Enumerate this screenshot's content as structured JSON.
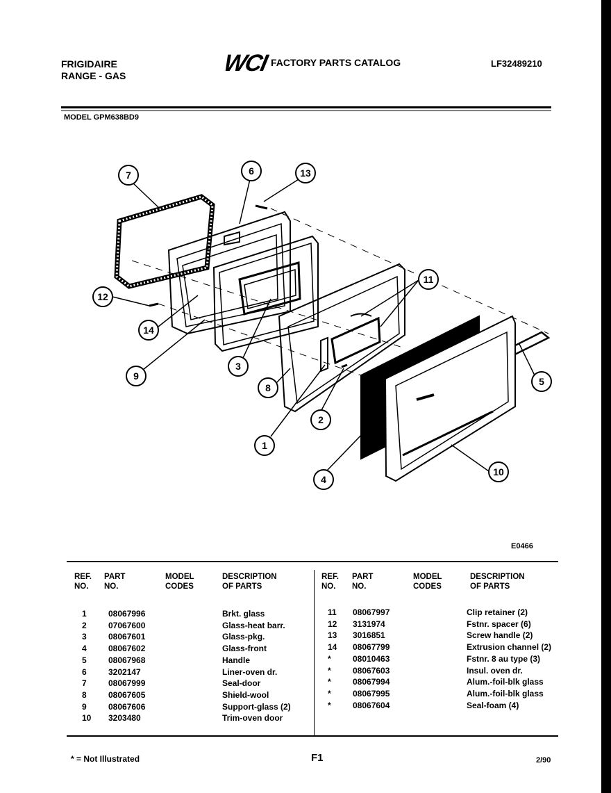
{
  "header": {
    "brand": "FRIGIDAIRE",
    "product": "RANGE - GAS",
    "logo": "WCI",
    "catalog_title": "FACTORY PARTS CATALOG",
    "catalog_number": "LF32489210",
    "model_label": "MODEL GPM638BD9"
  },
  "diagram": {
    "code": "E0466",
    "callouts": [
      "7",
      "6",
      "13",
      "12",
      "14",
      "9",
      "3",
      "8",
      "11",
      "5",
      "1",
      "2",
      "4",
      "10"
    ]
  },
  "table": {
    "headers": {
      "ref": "REF.\nNO.",
      "part": "PART\nNO.",
      "model": "MODEL\nCODES",
      "desc": "DESCRIPTION\nOF PARTS"
    },
    "left": {
      "refs": [
        "1",
        "2",
        "3",
        "4",
        "5",
        "6",
        "7",
        "8",
        "9",
        "10"
      ],
      "parts": [
        "08067996",
        "07067600",
        "08067601",
        "08067602",
        "08067968",
        "3202147",
        "08067999",
        "08067605",
        "08067606",
        "3203480"
      ],
      "descs": [
        "Brkt. glass",
        "Glass-heat barr.",
        "Glass-pkg.",
        "Glass-front",
        "Handle",
        "Liner-oven dr.",
        "Seal-door",
        "Shield-wool",
        "Support-glass (2)",
        "Trim-oven door"
      ]
    },
    "right": {
      "refs": [
        "11",
        "12",
        "13",
        "14",
        "*",
        "*",
        "*",
        "*",
        "*"
      ],
      "parts": [
        "08067997",
        "3131974",
        "3016851",
        "08067799",
        "08010463",
        "08067603",
        "08067994",
        "08067995",
        "08067604"
      ],
      "descs": [
        "Clip retainer (2)",
        "Fstnr. spacer (6)",
        "Screw handle (2)",
        "Extrusion channel (2)",
        "Fstnr. 8 au type (3)",
        "Insul. oven dr.",
        "Alum.-foil-blk glass",
        "Alum.-foil-blk glass",
        "Seal-foam (4)"
      ]
    }
  },
  "footer": {
    "note": "* = Not Illustrated",
    "page": "F1",
    "date": "2/90"
  }
}
